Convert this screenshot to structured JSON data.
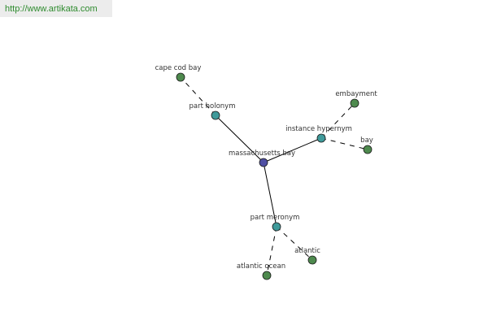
{
  "source_url": "http://www.artikata.com",
  "colors": {
    "center": "#4f4fa3",
    "relation": "#3f9a9a",
    "leaf": "#4e8a4e",
    "edge": "#000000",
    "node_stroke": "#1a1a1a"
  },
  "nodes": [
    {
      "id": "center",
      "label": "massachusetts bay",
      "kind": "center"
    },
    {
      "id": "holonym",
      "label": "part holonym",
      "kind": "relation"
    },
    {
      "id": "hypernym",
      "label": "instance hypernym",
      "kind": "relation"
    },
    {
      "id": "meronym",
      "label": "part meronym",
      "kind": "relation"
    },
    {
      "id": "capecod",
      "label": "cape cod bay",
      "kind": "leaf"
    },
    {
      "id": "embayment",
      "label": "embayment",
      "kind": "leaf"
    },
    {
      "id": "bay",
      "label": "bay",
      "kind": "leaf"
    },
    {
      "id": "atlantic",
      "label": "atlantic",
      "kind": "leaf"
    },
    {
      "id": "atlanticocean",
      "label": "atlantic ocean",
      "kind": "leaf"
    }
  ],
  "edges": [
    {
      "from": "center",
      "to": "holonym",
      "style": "solid"
    },
    {
      "from": "center",
      "to": "hypernym",
      "style": "solid"
    },
    {
      "from": "center",
      "to": "meronym",
      "style": "solid"
    },
    {
      "from": "holonym",
      "to": "capecod",
      "style": "dashed"
    },
    {
      "from": "hypernym",
      "to": "embayment",
      "style": "dashed"
    },
    {
      "from": "hypernym",
      "to": "bay",
      "style": "dashed"
    },
    {
      "from": "meronym",
      "to": "atlantic",
      "style": "dashed"
    },
    {
      "from": "meronym",
      "to": "atlanticocean",
      "style": "dashed"
    }
  ]
}
